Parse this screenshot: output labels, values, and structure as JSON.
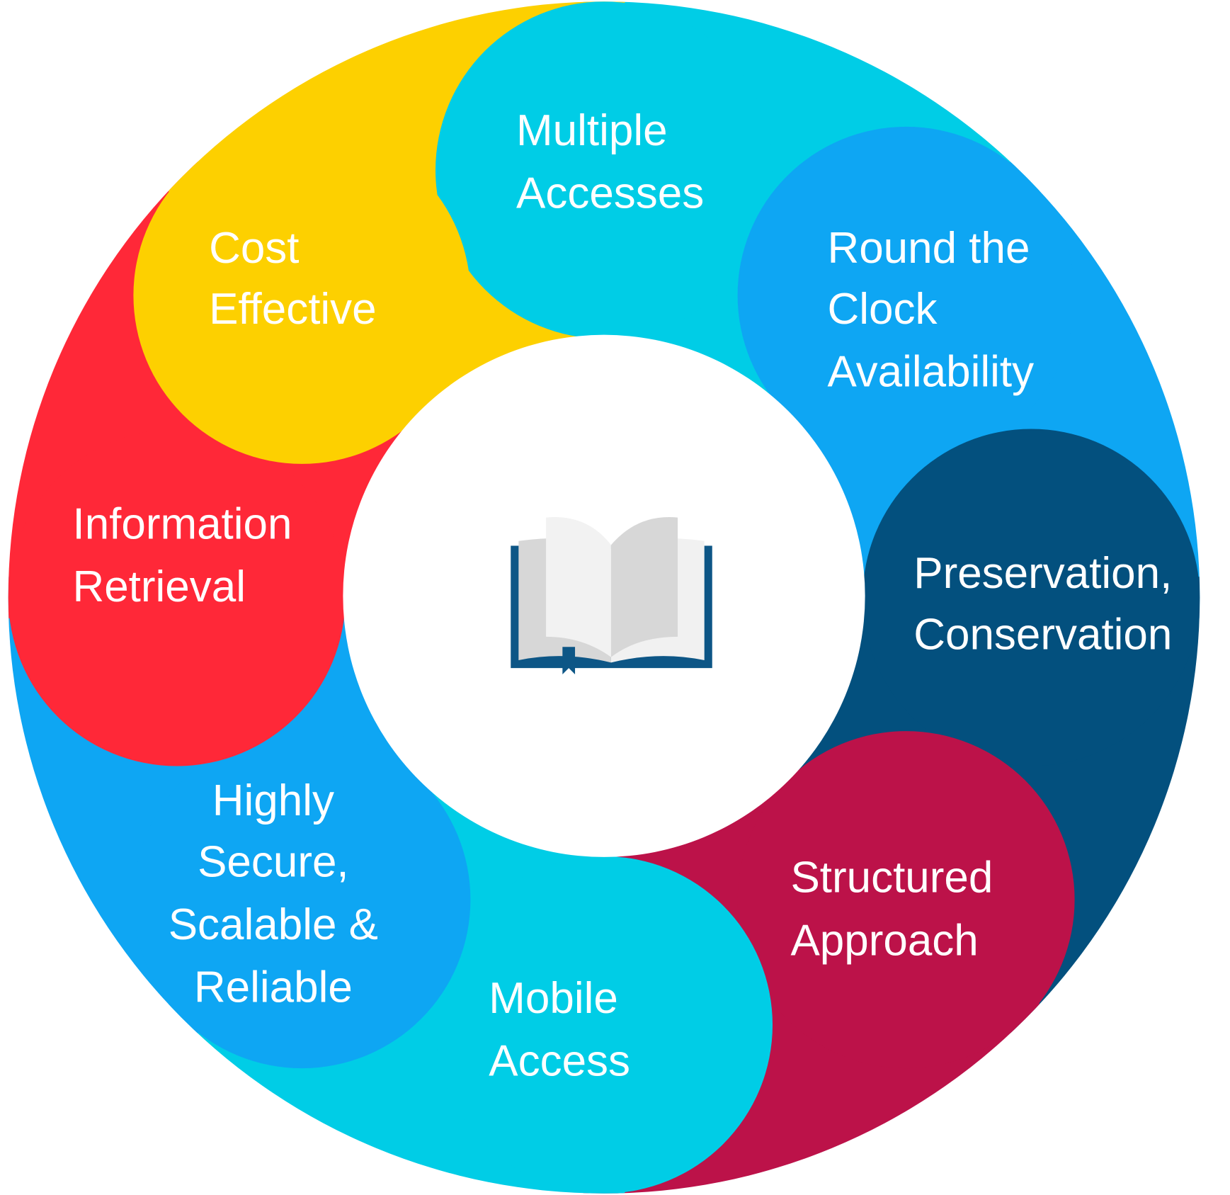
{
  "center_icon": "open-book-icon",
  "segments": [
    {
      "id": "multiple-accesses",
      "lines": [
        "Multiple",
        "Accesses"
      ],
      "color": "#00CDE6"
    },
    {
      "id": "round-the-clock-availability",
      "lines": [
        "Round the",
        "Clock",
        "Availability"
      ],
      "color": "#0EA6F3"
    },
    {
      "id": "preservation-conservation",
      "lines": [
        "Preservation,",
        "Conservation"
      ],
      "color": "#03507E"
    },
    {
      "id": "structured-approach",
      "lines": [
        "Structured",
        "Approach"
      ],
      "color": "#BC1249"
    },
    {
      "id": "mobile-access",
      "lines": [
        "Mobile",
        "Access"
      ],
      "color": "#00CDE6"
    },
    {
      "id": "highly-secure-scalable-reliable",
      "lines": [
        "Highly",
        "Secure,",
        "Scalable &",
        "Reliable"
      ],
      "color": "#0EA6F3"
    },
    {
      "id": "information-retrieval",
      "lines": [
        "Information",
        "Retrieval"
      ],
      "color": "#FF2838"
    },
    {
      "id": "cost-effective",
      "lines": [
        "Cost",
        "Effective"
      ],
      "color": "#FDD000"
    }
  ]
}
